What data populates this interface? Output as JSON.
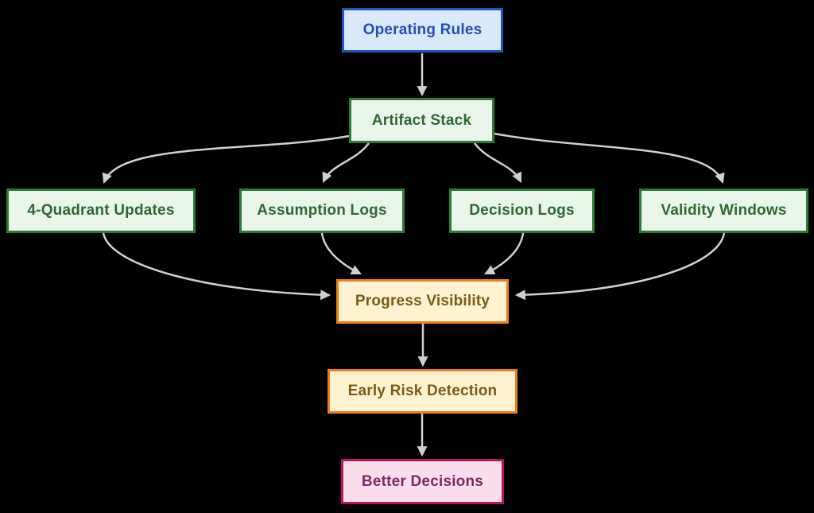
{
  "diagram": {
    "background": "#000000",
    "edge_color": "#d0d0d0",
    "nodes": {
      "operating_rules": {
        "label": "Operating Rules",
        "theme": "blue"
      },
      "artifact_stack": {
        "label": "Artifact Stack",
        "theme": "green"
      },
      "quadrant_updates": {
        "label": "4-Quadrant Updates",
        "theme": "green"
      },
      "assumption_logs": {
        "label": "Assumption Logs",
        "theme": "green"
      },
      "decision_logs": {
        "label": "Decision Logs",
        "theme": "green"
      },
      "validity_windows": {
        "label": "Validity Windows",
        "theme": "green"
      },
      "progress_visibility": {
        "label": "Progress Visibility",
        "theme": "orange"
      },
      "early_risk_detection": {
        "label": "Early Risk Detection",
        "theme": "orange"
      },
      "better_decisions": {
        "label": "Better Decisions",
        "theme": "pink"
      }
    },
    "themes": {
      "blue": {
        "fill": "#dae9fa",
        "stroke": "#1e56be",
        "text": "#2350b4"
      },
      "green": {
        "fill": "#eaf5ea",
        "stroke": "#2d7c34",
        "text": "#2c6b30"
      },
      "orange": {
        "fill": "#fdf3d0",
        "stroke": "#ee7d1d",
        "text": "#7d5b17"
      },
      "pink": {
        "fill": "#fadeeb",
        "stroke": "#b2175c",
        "text": "#7b2a66"
      }
    },
    "edges": [
      {
        "from": "Operating Rules",
        "to": "Artifact Stack"
      },
      {
        "from": "Artifact Stack",
        "to": "4-Quadrant Updates"
      },
      {
        "from": "Artifact Stack",
        "to": "Assumption Logs"
      },
      {
        "from": "Artifact Stack",
        "to": "Decision Logs"
      },
      {
        "from": "Artifact Stack",
        "to": "Validity Windows"
      },
      {
        "from": "4-Quadrant Updates",
        "to": "Progress Visibility"
      },
      {
        "from": "Assumption Logs",
        "to": "Progress Visibility"
      },
      {
        "from": "Decision Logs",
        "to": "Progress Visibility"
      },
      {
        "from": "Validity Windows",
        "to": "Progress Visibility"
      },
      {
        "from": "Progress Visibility",
        "to": "Early Risk Detection"
      },
      {
        "from": "Early Risk Detection",
        "to": "Better Decisions"
      }
    ]
  }
}
